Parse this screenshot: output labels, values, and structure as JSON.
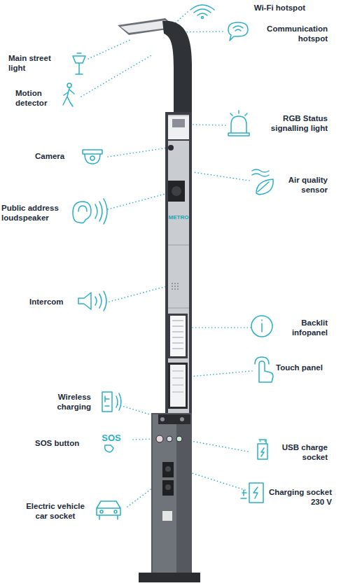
{
  "diagram": {
    "labels": [
      "Wi-Fi hotspot",
      "Communication hotspot",
      "Main street light",
      "Motion detector",
      "RGB Status signalling light",
      "Camera",
      "Air quality sensor",
      "Public address loudspeaker",
      "METRO",
      "Intercom",
      "Backlit infopanel",
      "Touch panel",
      "Wireless charging",
      "SOS",
      "SOS button",
      "USB charge socket",
      "Charging socket 230 V",
      "Electric vehicle car socket"
    ]
  }
}
